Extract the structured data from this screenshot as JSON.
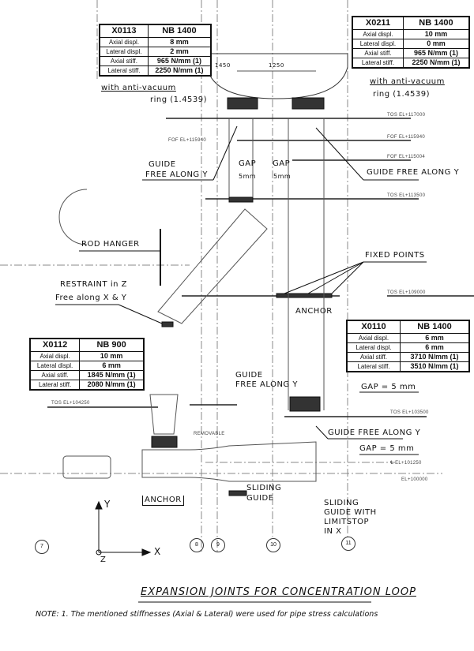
{
  "title": "EXPANSION JOINTS FOR CONCENTRATION LOOP",
  "note": "NOTE: 1. The mentioned stiffnesses (Axial & Lateral) were used for pipe stress calculations",
  "joints": [
    {
      "id": "X0113",
      "nb": "NB 1400",
      "axial_label": "Axial displ.",
      "axial": "8 mm",
      "lateral_label": "Lateral displ.",
      "lateral": "2 mm",
      "axial_stiff_label": "Axial stiff.",
      "axial_stiff": "965 N/mm (1)",
      "lateral_stiff_label": "Lateral stiff.",
      "lateral_stiff": "2250 N/mm (1)"
    },
    {
      "id": "X0211",
      "nb": "NB 1400",
      "axial_label": "Axial displ.",
      "axial": "10 mm",
      "lateral_label": "Lateral displ.",
      "lateral": "0 mm",
      "axial_stiff_label": "Axial stiff.",
      "axial_stiff": "965 N/mm (1)",
      "lateral_stiff_label": "Lateral stiff.",
      "lateral_stiff": "2250 N/mm (1)"
    },
    {
      "id": "X0112",
      "nb": "NB 900",
      "axial_label": "Axial displ.",
      "axial": "10 mm",
      "lateral_label": "Lateral displ.",
      "lateral": "6 mm",
      "axial_stiff_label": "Axial stiff.",
      "axial_stiff": "1845 N/mm (1)",
      "lateral_stiff_label": "Lateral stiff.",
      "lateral_stiff": "2080 N/mm (1)"
    },
    {
      "id": "X0110",
      "nb": "NB 1400",
      "axial_label": "Axial displ.",
      "axial": "6 mm",
      "lateral_label": "Lateral displ.",
      "lateral": "6 mm",
      "axial_stiff_label": "Axial stiff.",
      "axial_stiff": "3710 N/mm (1)",
      "lateral_stiff_label": "Lateral stiff.",
      "lateral_stiff": "3510 N/mm (1)"
    }
  ],
  "annotations": {
    "anti_vacuum_1": "with anti-vacuum",
    "ring_1": "ring (1.4539)",
    "anti_vacuum_2": "with anti-vacuum",
    "ring_2": "ring (1.4539)",
    "guide_left_1": "GUIDE",
    "guide_left_2": "FREE ALONG Y",
    "guide_right": "GUIDE FREE ALONG Y",
    "gap_a": "GAP",
    "gap_a_val": "5mm",
    "gap_b": "GAP",
    "gap_b_val": "5mm",
    "rod_hanger": "ROD HANGER",
    "fixed_points": "FIXED POINTS",
    "restraint_1": "RESTRAINT in Z",
    "restraint_2": "Free along X & Y",
    "anchor_mid": "ANCHOR",
    "guide_mid_1": "GUIDE",
    "guide_mid_2": "FREE ALONG Y",
    "gap_c": "GAP = 5 mm",
    "guide_low": "GUIDE FREE ALONG Y",
    "gap_d": "GAP = 5 mm",
    "removable": "REMOVABLE",
    "sliding_guide_1": "SLIDING",
    "sliding_guide_2": "GUIDE",
    "sliding_limit_1": "SLIDING",
    "sliding_limit_2": "GUIDE WITH",
    "sliding_limit_3": "LIMITSTOP",
    "sliding_limit_4": "IN X",
    "anchor_low": "ANCHOR",
    "dim_1450": "1450",
    "dim_1250": "1250"
  },
  "elevations": {
    "e1": "TOS EL+117000",
    "e2": "FOF EL+115940",
    "e3": "FOF EL+115004",
    "e4": "TOS EL+113500",
    "e5": "TOS EL+109000",
    "e6": "TOS EL+104250",
    "e7": "TOS EL+103500",
    "e8": "℄ EL+101250",
    "e9": "EL+100000",
    "e10": "FOF EL+115940"
  },
  "axes": {
    "x": "X",
    "y": "Y",
    "z": "Z"
  },
  "gridlines": [
    "7",
    "8",
    "9",
    "10",
    "11"
  ]
}
